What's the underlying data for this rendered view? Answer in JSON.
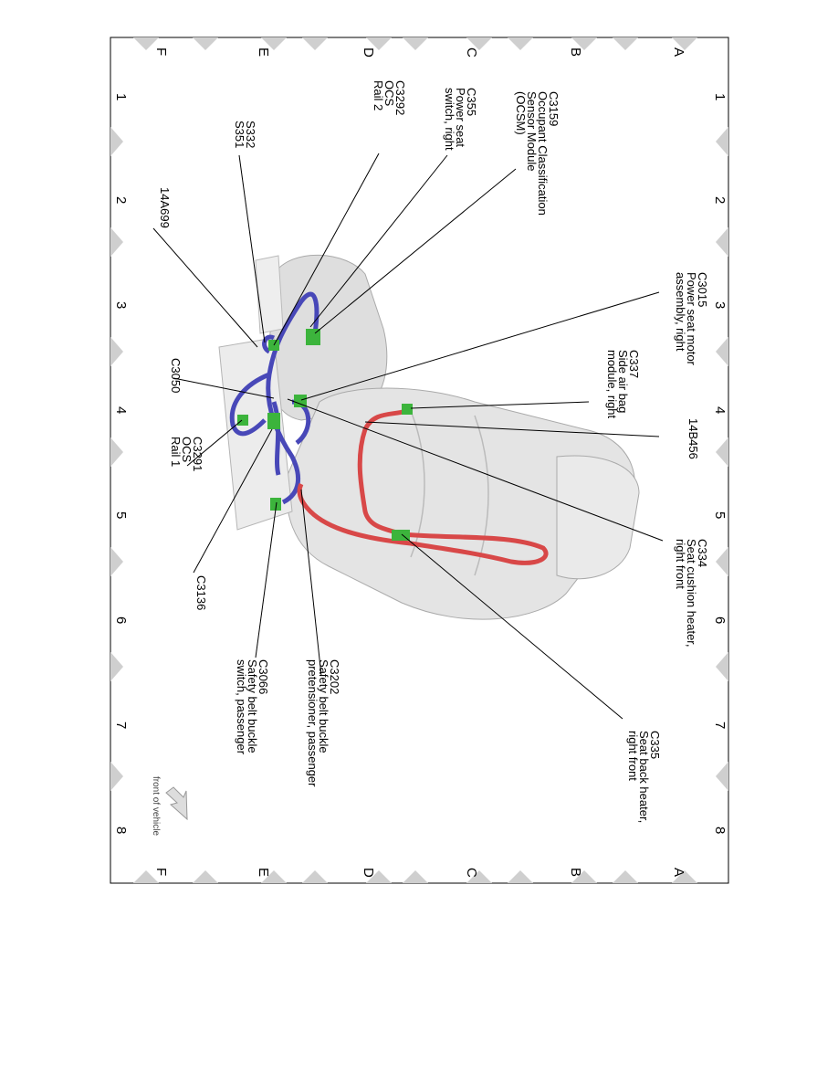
{
  "grid": {
    "rows": [
      "A",
      "B",
      "C",
      "D",
      "E",
      "F"
    ],
    "cols": [
      "1",
      "2",
      "3",
      "4",
      "5",
      "6",
      "7",
      "8"
    ]
  },
  "callouts": [
    {
      "id": "c3159",
      "lines": [
        "C3159",
        "Occupant Classification",
        "Sensor Module",
        "(OCSM)"
      ]
    },
    {
      "id": "c355",
      "lines": [
        "C355",
        "Power seat",
        "switch, right"
      ]
    },
    {
      "id": "c3292",
      "lines": [
        "C3292",
        "OCS",
        "Rail 2"
      ]
    },
    {
      "id": "s332",
      "lines": [
        "S332",
        "S351"
      ]
    },
    {
      "id": "a14a699",
      "lines": [
        "14A699"
      ]
    },
    {
      "id": "c3015",
      "lines": [
        "C3015",
        "Power seat motor",
        "assembly, right"
      ]
    },
    {
      "id": "c337",
      "lines": [
        "C337",
        "Side air bag",
        "module, right"
      ]
    },
    {
      "id": "c3050",
      "lines": [
        "C3050"
      ]
    },
    {
      "id": "b14b456",
      "lines": [
        "14B456"
      ]
    },
    {
      "id": "c3291",
      "lines": [
        "C3291",
        "OCS",
        "Rail 1"
      ]
    },
    {
      "id": "c334",
      "lines": [
        "C334",
        "Seat cushion heater,",
        "right front"
      ]
    },
    {
      "id": "c3136",
      "lines": [
        "C3136"
      ]
    },
    {
      "id": "c3202",
      "lines": [
        "C3202",
        "Safety belt buckle",
        "pretensioner, passenger"
      ]
    },
    {
      "id": "c3066",
      "lines": [
        "C3066",
        "Safety belt buckle",
        "switch, passenger"
      ]
    },
    {
      "id": "c335",
      "lines": [
        "C335",
        "Seat back heater,",
        "right front"
      ]
    }
  ],
  "front_label": "front of vehicle",
  "colors": {
    "harness_blue": "#4848b8",
    "harness_red": "#d84848",
    "connector": "#3cb43c",
    "seat": "#dcdcdc"
  }
}
